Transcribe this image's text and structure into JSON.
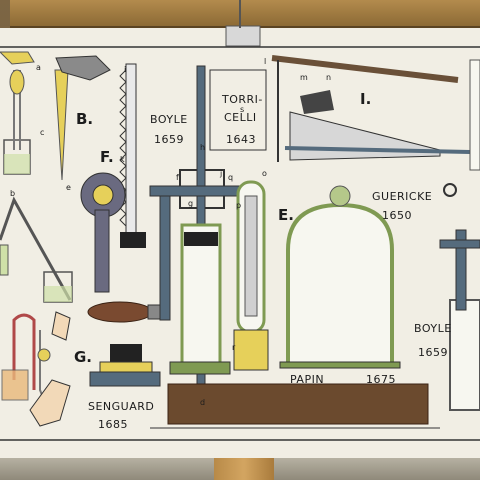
{
  "section_letters": {
    "b": "B.",
    "f": "F.",
    "i": "I.",
    "e": "E.",
    "g": "G."
  },
  "names": {
    "boyle_top": "BOYLE",
    "boyle_top_year": "1659",
    "torricelli_1": "TORRI-",
    "torricelli_2": "CELLI",
    "torricelli_year": "1643",
    "guericke": "GUERICKE",
    "guericke_year": "1650",
    "boyle_right": "BOYLE",
    "boyle_right_year": "1659",
    "papin": "PAPIN",
    "papin_year": "1675",
    "senguard": "SENGUARD",
    "senguard_year": "1685"
  },
  "small_letters": [
    "a",
    "b",
    "c",
    "d",
    "e",
    "f",
    "g",
    "h",
    "i",
    "j",
    "k",
    "l",
    "m",
    "n",
    "o",
    "p",
    "q",
    "r",
    "s"
  ],
  "colors": {
    "paper": "#f1eee4",
    "frame_green": "#7f9a52",
    "wood": "#6b4a2e",
    "ink": "#1c1c1c",
    "accent_yellow": "#e6d05a",
    "accent_blue": "#5a86b8"
  }
}
